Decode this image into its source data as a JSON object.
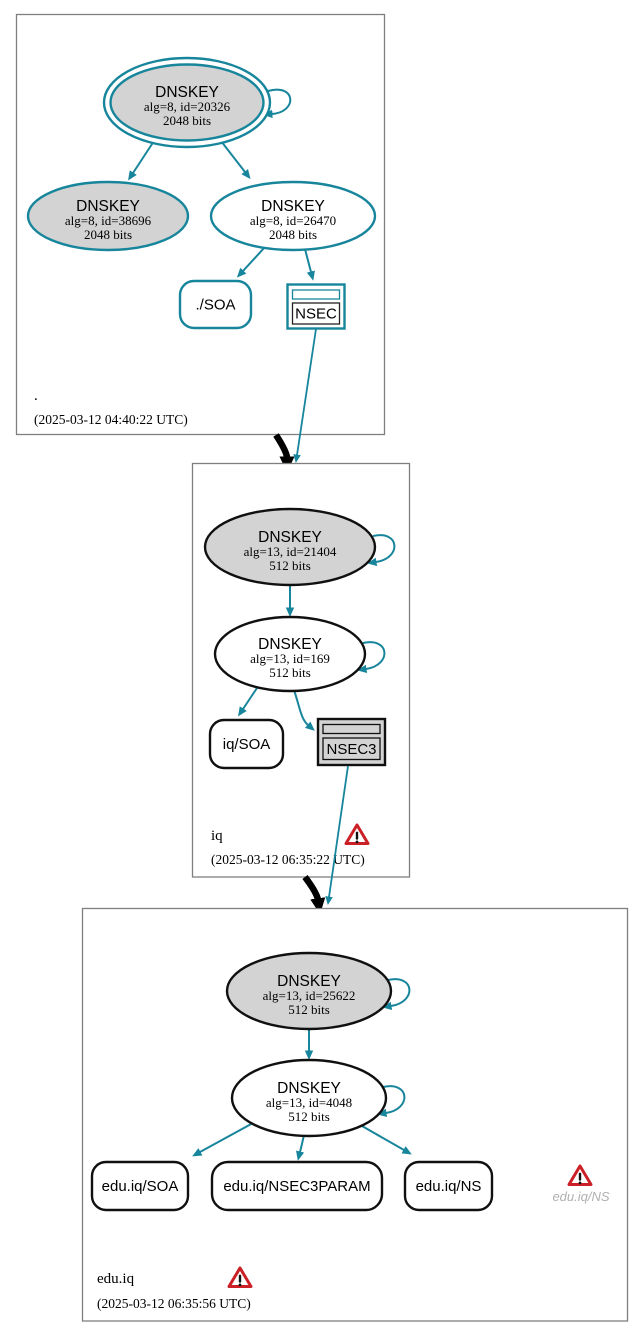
{
  "palette": {
    "edge_teal": "#17859b",
    "node_gray_fill": "#d3d3d3",
    "zone_border_gray": "#7f7f7f",
    "warning_red": "#cb2026",
    "muted_gray_text": "#b0b0b0"
  },
  "diagram": {
    "zones": [
      {
        "label": ".",
        "timestamp": "(2025-03-12 04:40:22 UTC)",
        "ksk": {
          "title": "DNSKEY",
          "detail": "alg=8, id=20326",
          "bits": "2048 bits"
        },
        "key2": {
          "title": "DNSKEY",
          "detail": "alg=8, id=38696",
          "bits": "2048 bits"
        },
        "zsk": {
          "title": "DNSKEY",
          "detail": "alg=8, id=26470",
          "bits": "2048 bits"
        },
        "soa": "./SOA",
        "nsec": "NSEC"
      },
      {
        "label": "iq",
        "timestamp": "(2025-03-12 06:35:22 UTC)",
        "ksk": {
          "title": "DNSKEY",
          "detail": "alg=13, id=21404",
          "bits": "512 bits"
        },
        "zsk": {
          "title": "DNSKEY",
          "detail": "alg=13, id=169",
          "bits": "512 bits"
        },
        "soa": "iq/SOA",
        "nsec": "NSEC3"
      },
      {
        "label": "edu.iq",
        "timestamp": "(2025-03-12 06:35:56 UTC)",
        "ksk": {
          "title": "DNSKEY",
          "detail": "alg=13, id=25622",
          "bits": "512 bits"
        },
        "zsk": {
          "title": "DNSKEY",
          "detail": "alg=13, id=4048",
          "bits": "512 bits"
        },
        "soa": "edu.iq/SOA",
        "nsec3param": "edu.iq/NSEC3PARAM",
        "ns": "edu.iq/NS",
        "ns_warning_caption": "edu.iq/NS"
      }
    ]
  }
}
